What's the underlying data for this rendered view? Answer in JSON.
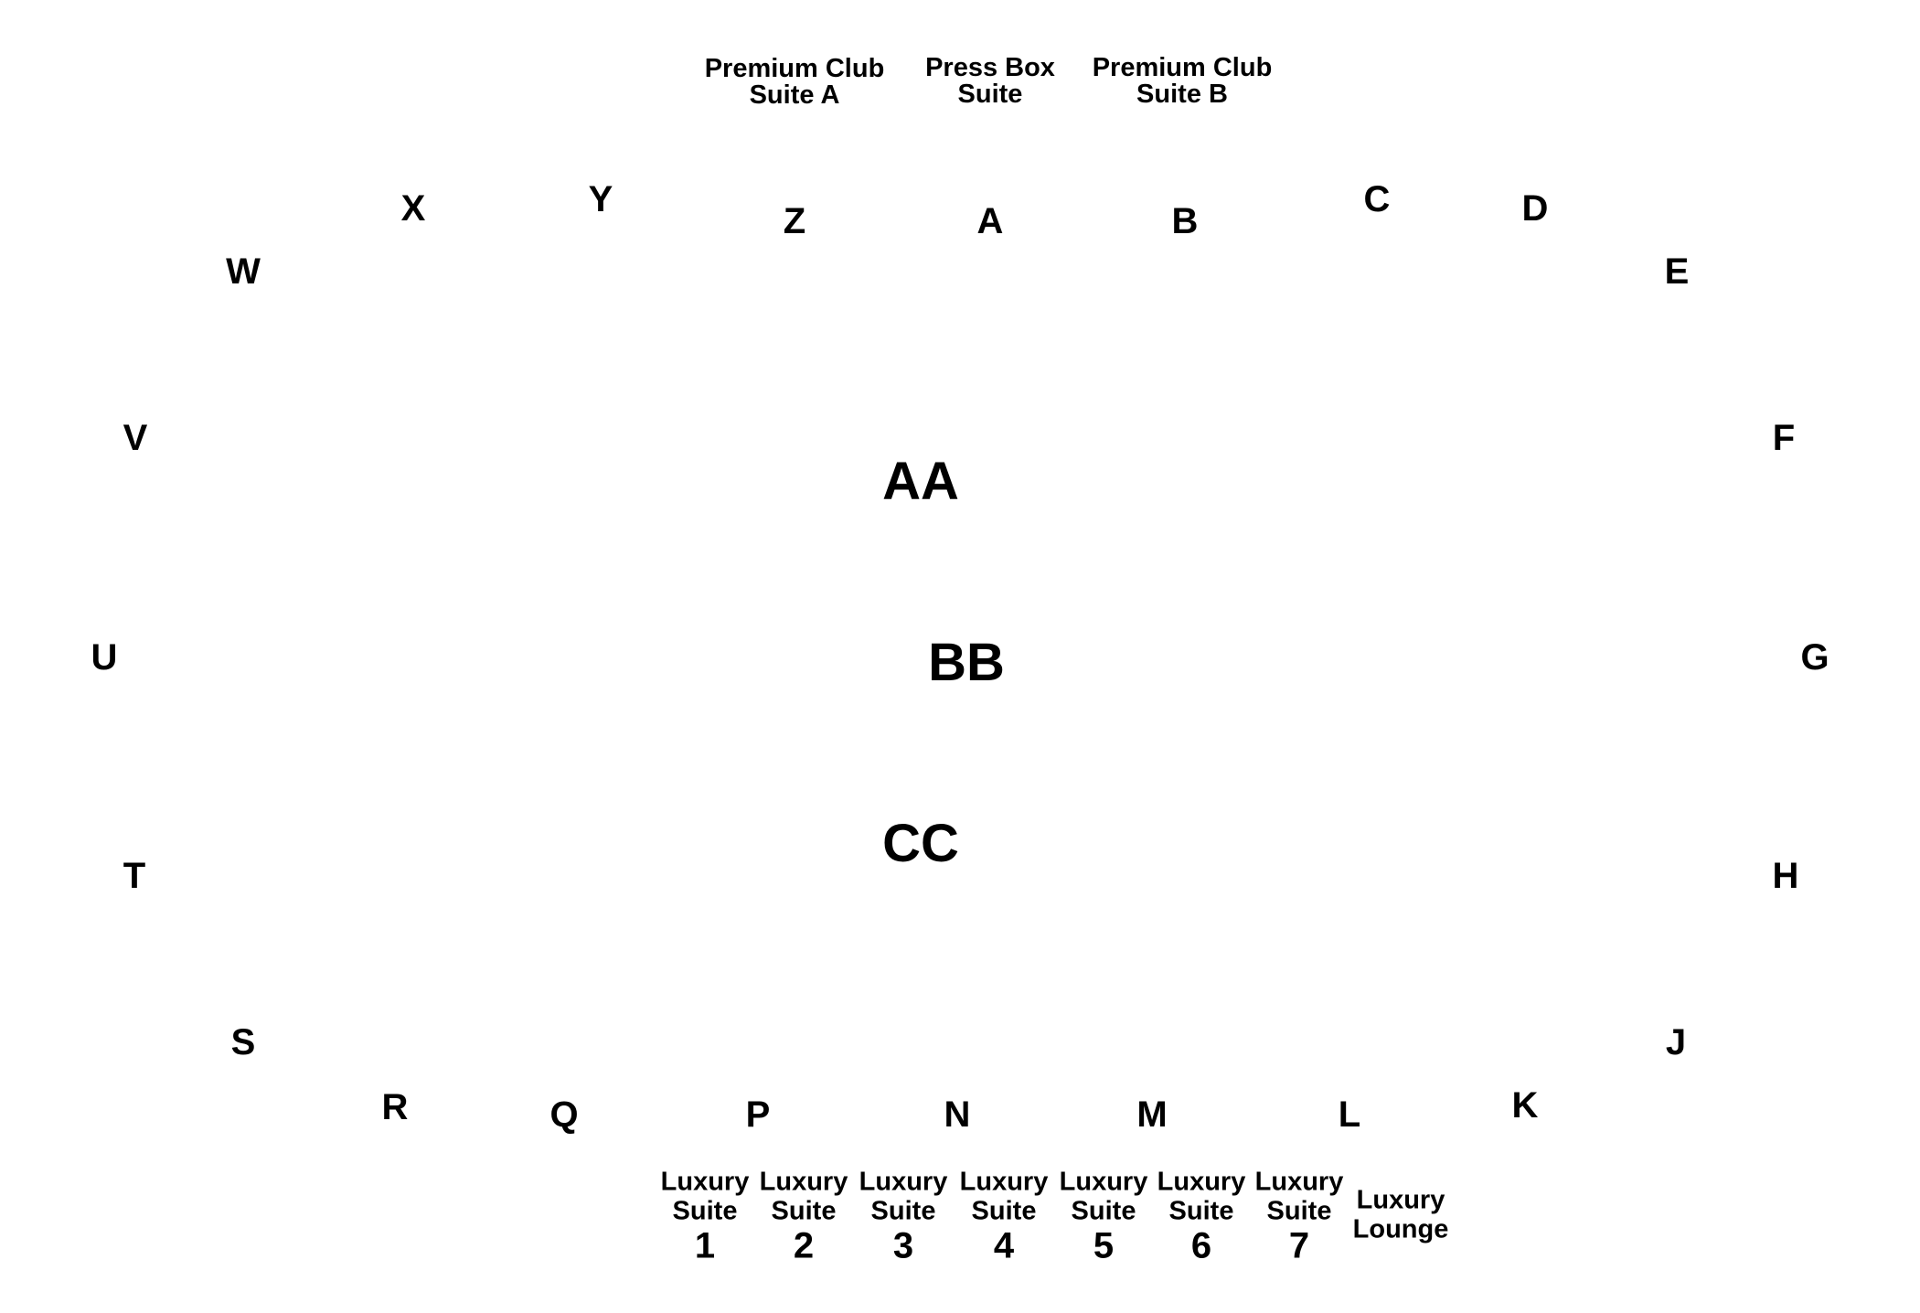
{
  "colors": {
    "background": "#ffffff",
    "text": "#000000"
  },
  "top_suites": [
    {
      "line1": "Premium Club",
      "line2": "Suite A"
    },
    {
      "line1": "Press Box",
      "line2": "Suite"
    },
    {
      "line1": "Premium Club",
      "line2": "Suite B"
    }
  ],
  "sections": {
    "X": "X",
    "Y": "Y",
    "Z": "Z",
    "A": "A",
    "B": "B",
    "C": "C",
    "D": "D",
    "W": "W",
    "E": "E",
    "V": "V",
    "F": "F",
    "U": "U",
    "G": "G",
    "T": "T",
    "H": "H",
    "S": "S",
    "J": "J",
    "R": "R",
    "K": "K",
    "Q": "Q",
    "P": "P",
    "N": "N",
    "M": "M",
    "L": "L"
  },
  "center_sections": {
    "AA": "AA",
    "BB": "BB",
    "CC": "CC"
  },
  "bottom_suites": [
    {
      "line1": "Luxury",
      "line2": "Suite",
      "number": "1"
    },
    {
      "line1": "Luxury",
      "line2": "Suite",
      "number": "2"
    },
    {
      "line1": "Luxury",
      "line2": "Suite",
      "number": "3"
    },
    {
      "line1": "Luxury",
      "line2": "Suite",
      "number": "4"
    },
    {
      "line1": "Luxury",
      "line2": "Suite",
      "number": "5"
    },
    {
      "line1": "Luxury",
      "line2": "Suite",
      "number": "6"
    },
    {
      "line1": "Luxury",
      "line2": "Suite",
      "number": "7"
    }
  ],
  "lounge": {
    "line1": "Luxury",
    "line2": "Lounge"
  }
}
